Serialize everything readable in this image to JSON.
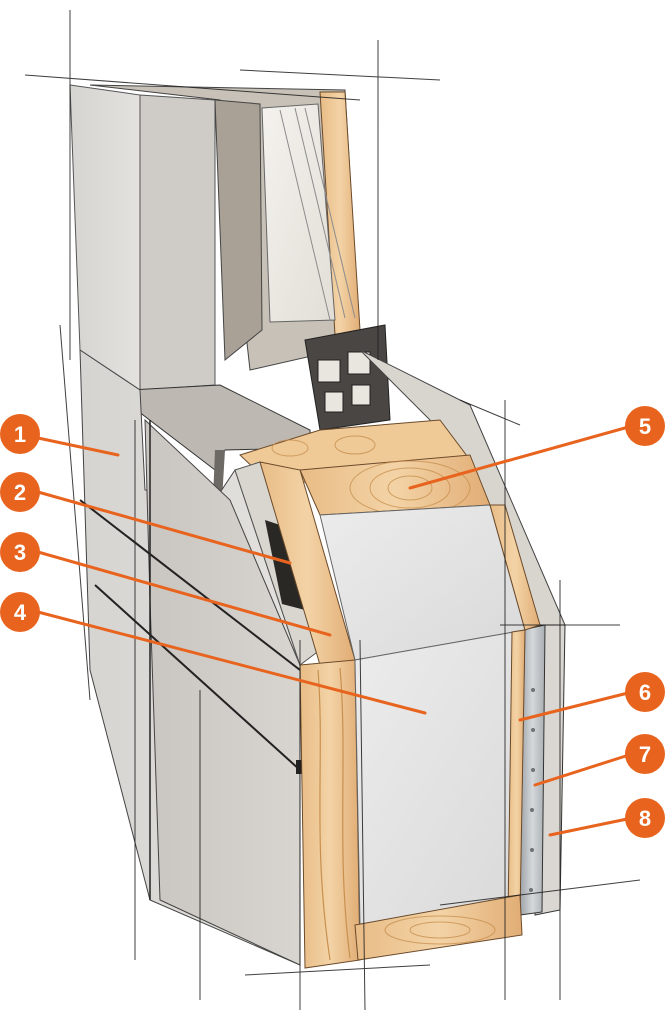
{
  "diagram": {
    "colors": {
      "accent": "#E8641E",
      "panel": "#DAD8D4",
      "panel_dark": "#BDBAB5",
      "insulation": "#E6E6E6",
      "wood_light": "#F2CFA0",
      "wood_mid": "#E3B07A",
      "wood_dark": "#C98F58",
      "frame_gray": "#7F7A72",
      "profile_dark": "#3A3835",
      "steel": "#B9BEC2",
      "sketch": "#1E1E1E"
    },
    "markers": [
      {
        "number": "1",
        "part": "facade-panel"
      },
      {
        "number": "2",
        "part": "air-gap"
      },
      {
        "number": "3",
        "part": "wood-stud"
      },
      {
        "number": "4",
        "part": "insulation"
      },
      {
        "number": "5",
        "part": "timber-header"
      },
      {
        "number": "6",
        "part": "wood-frame-inner"
      },
      {
        "number": "7",
        "part": "metal-profile"
      },
      {
        "number": "8",
        "part": "interior-board"
      }
    ]
  }
}
